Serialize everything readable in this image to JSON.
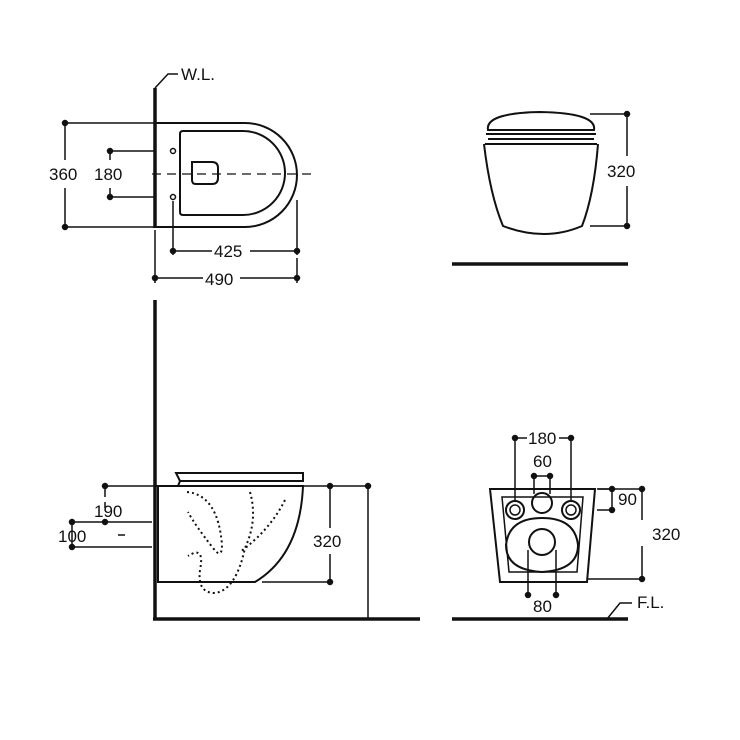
{
  "labels": {
    "wall": "W.L.",
    "floor": "F.L."
  },
  "top_view": {
    "width": "360",
    "fixing_spacing": "180",
    "bowl_depth": "425",
    "overall_depth": "490"
  },
  "front_view": {
    "height": "320"
  },
  "side_view": {
    "drain_height": "190",
    "lower_height": "100",
    "height": "320"
  },
  "rear_view": {
    "bolt_spacing": "180",
    "inlet_spacing": "60",
    "inlet_height": "90",
    "height": "320",
    "outlet_width": "80"
  }
}
